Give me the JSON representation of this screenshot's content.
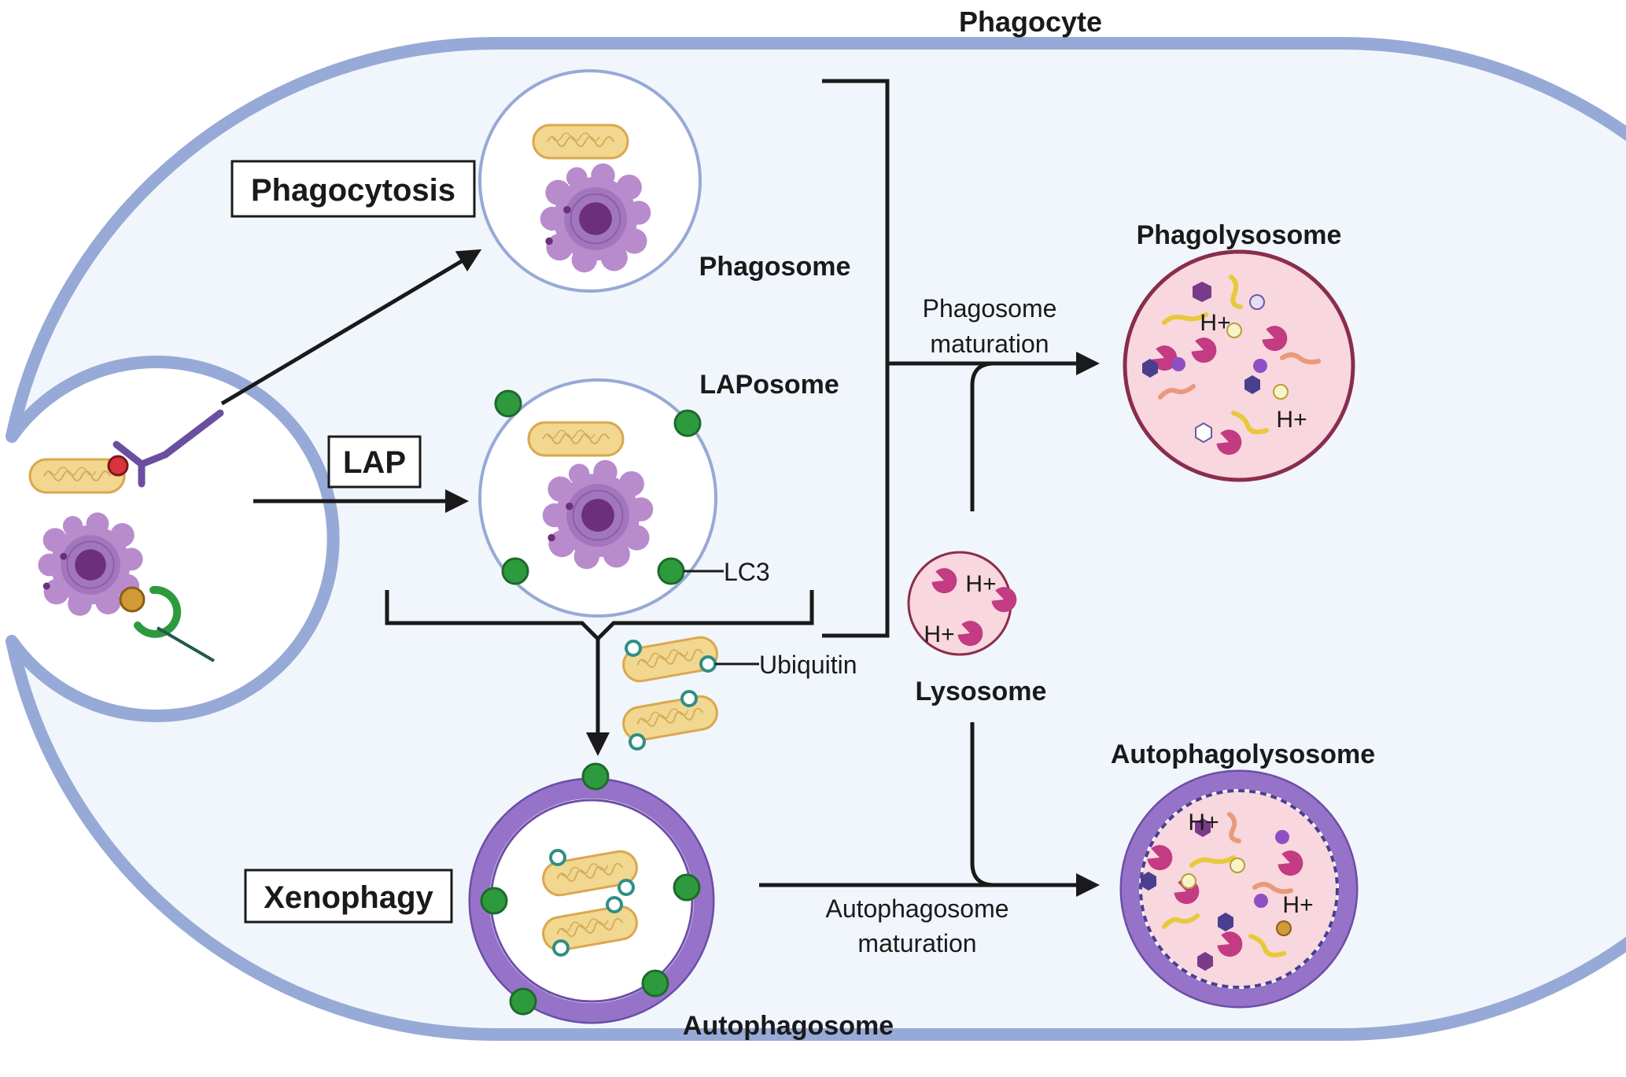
{
  "title": "Phagocyte",
  "pathways": {
    "phagocytosis": "Phagocytosis",
    "lap": "LAP",
    "xenophagy": "Xenophagy"
  },
  "compartments": {
    "phagosome": "Phagosome",
    "laposome": "LAPosome",
    "lysosome": "Lysosome",
    "phagolysosome": "Phagolysosome",
    "autophagolysosome": "Autophagolysosome",
    "autophagosome": "Autophagosome"
  },
  "markers": {
    "lc3": "LC3",
    "ubiquitin": "Ubiquitin",
    "proton": "H+"
  },
  "processes": {
    "phagosome_maturation": [
      "Phagosome",
      "maturation"
    ],
    "autophagosome_maturation": [
      "Autophagosome",
      "maturation"
    ]
  },
  "colors": {
    "membrane": "#97a9d6",
    "cytoplasm": "#f1f6fc",
    "lc3": "#2e9a3e",
    "ubiquitin": "#2f8f83",
    "bacterium": "#f2d790",
    "fungus": "#a276bd",
    "lysosome_fill": "#f8d7de",
    "phagolysosome_edge": "#8a2d4d",
    "autophagosome_ring": "#9673c9"
  }
}
